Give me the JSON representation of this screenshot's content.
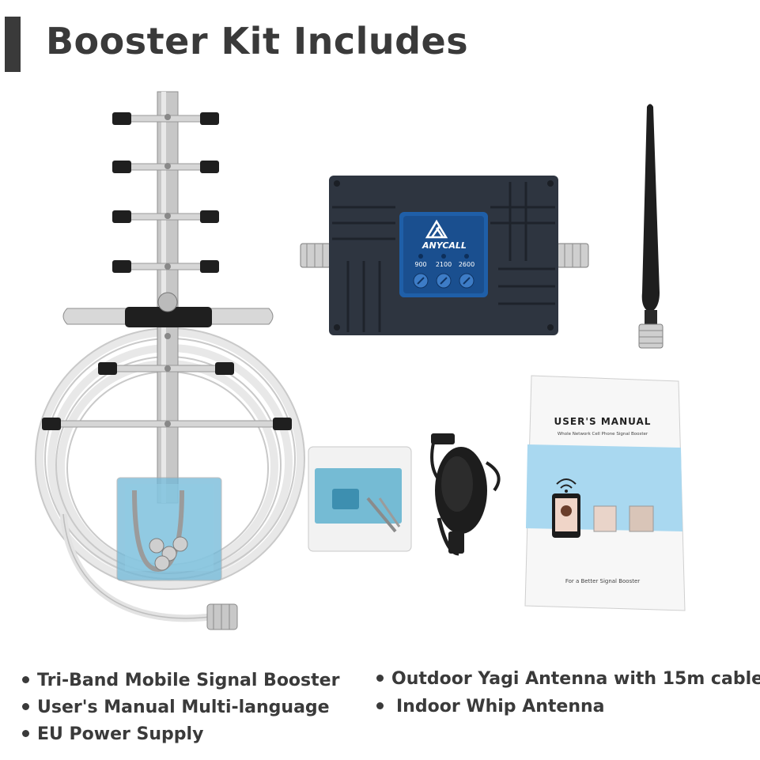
{
  "header": {
    "title": "Booster Kit Includes"
  },
  "booster": {
    "brand": "ANYCALL",
    "bands": [
      "900",
      "2100",
      "2600"
    ]
  },
  "manual": {
    "title": "USER'S MANUAL",
    "subtitle": "Whole Network Cell Phone Signal Booster",
    "footer": "For a Better Signal Booster"
  },
  "features": [
    "Tri-Band Mobile Signal Booster",
    "User's Manual Multi-language",
    "EU Power Supply",
    "Outdoor Yagi Antenna with 15m cable",
    "Indoor Whip Antenna"
  ],
  "colors": {
    "booster_body": "#2e3540",
    "booster_panel": "#1f5fa8",
    "manual_band": "#a9d8f0",
    "text": "#3a3a3a"
  }
}
